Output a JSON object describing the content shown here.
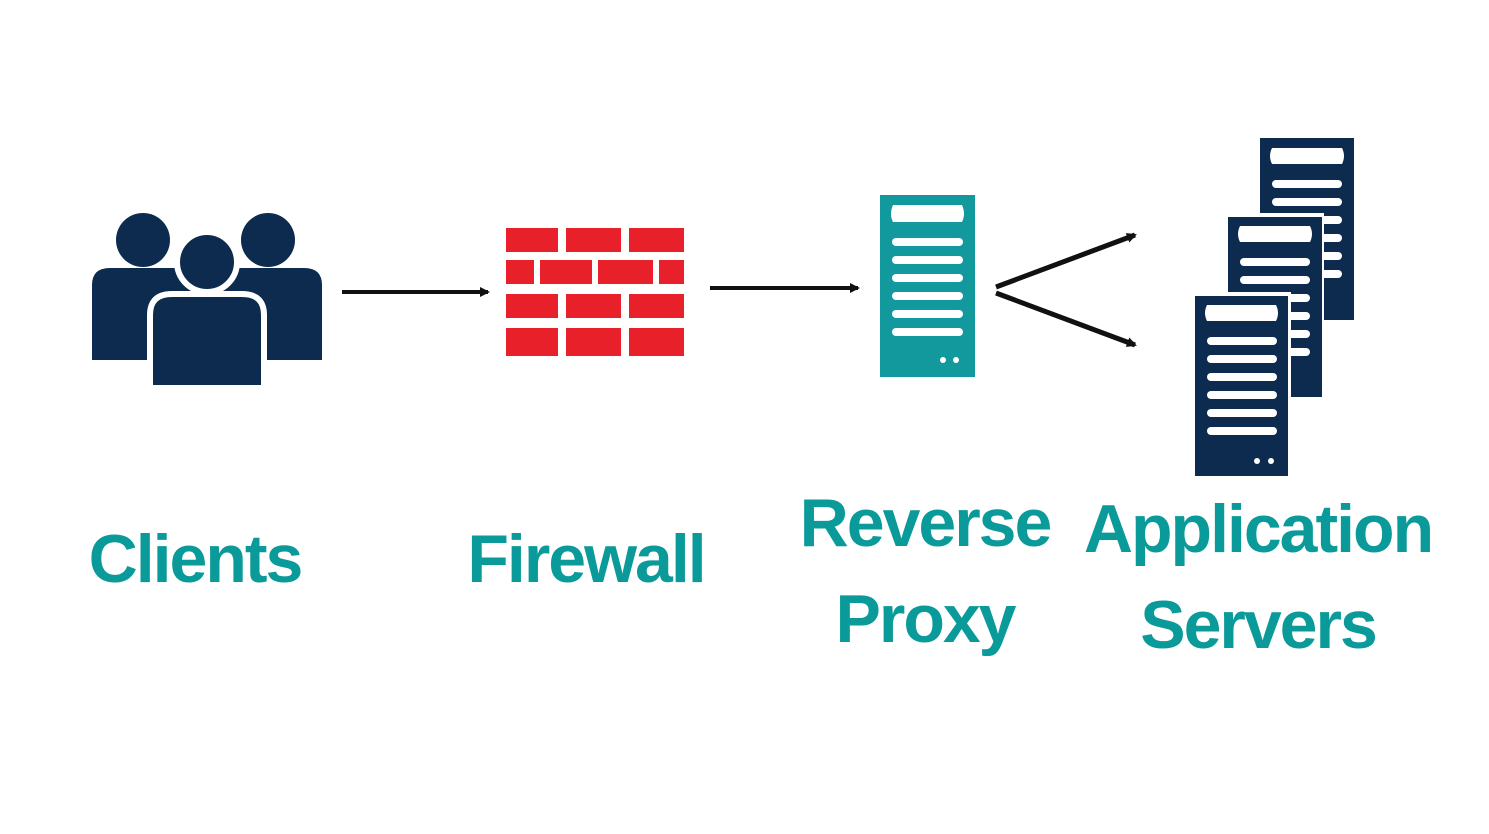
{
  "nodes": {
    "clients": {
      "label": "Clients",
      "icon": "users-icon",
      "color": "#0d2b4e"
    },
    "firewall": {
      "label": "Firewall",
      "icon": "brick-wall-icon",
      "color": "#e8202a"
    },
    "reverse_proxy": {
      "label_line1": "Reverse",
      "label_line2": "Proxy",
      "icon": "server-icon",
      "color": "#11999e"
    },
    "app_servers": {
      "label_line1": "Application",
      "label_line2": "Servers",
      "icon": "server-stack-icon",
      "color": "#0d2b4e"
    }
  },
  "edges": [
    {
      "from": "clients",
      "to": "firewall"
    },
    {
      "from": "firewall",
      "to": "reverse_proxy"
    },
    {
      "from": "reverse_proxy",
      "to": "app_servers"
    },
    {
      "from": "reverse_proxy",
      "to": "app_servers"
    }
  ],
  "colors": {
    "label_text": "#0b9a9a",
    "arrow": "#111111"
  }
}
